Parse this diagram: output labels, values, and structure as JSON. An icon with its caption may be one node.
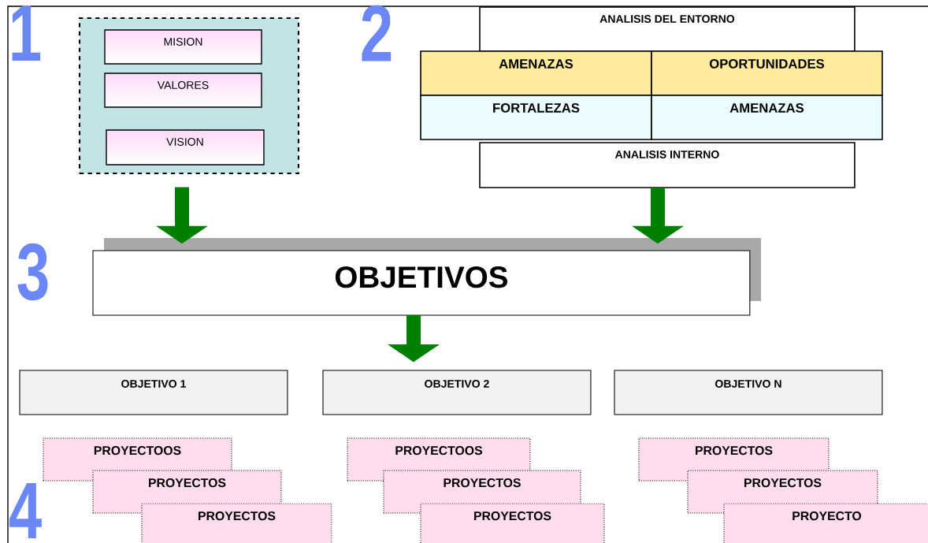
{
  "diagram": {
    "nodes": [
      {
        "text": [],
        "shape": "box"
      },
      {
        "text": [
          "MISION"
        ],
        "in": 0
      },
      {
        "text": [
          "VALORES"
        ],
        "in": 0
      },
      {
        "text": [
          "VISION"
        ],
        "in": 0
      },
      {
        "text": [
          "ANALISIS DEL ENTORNO"
        ]
      },
      {
        "text": [
          "AMENAZAS"
        ]
      },
      {
        "text": [
          "**OPORTUNIDAD**ES"
        ]
      },
      {
        "text": [
          "FORTALEZAS"
        ]
      },
      {
        "text": [
          "AMENAZAS"
        ]
      },
      {
        "text": [
          "ANALISIS INTERNO"
        ]
      },
      {
        "text": [
          "OBJETIVOS"
        ]
      },
      {
        "text": [
          "OBJETIVO 1"
        ]
      },
      {
        "text": [
          "OBJETIVO 2"
        ]
      },
      {
        "text": [
          "OBJETIVO N"
        ]
      },
      {
        "text": [
          "PROYECTOOS"
        ]
      },
      {
        "text": [
          "PROYECTOS"
        ]
      },
      {
        "text": [
          "PROYECTOS"
        ]
      },
      {
        "text": [
          "PROYECTOOS"
        ]
      },
      {
        "text": [
          "PROYECTOS"
        ]
      },
      {
        "text": [
          "PROYECTOS"
        ]
      },
      {
        "text": [
          "PROYECTOS"
        ]
      },
      {
        "text": [
          "PROYECTOS"
        ]
      },
      {
        "text": [
          "PROYECTO"
        ]
      }
    ],
    "edges": [
      {
        "from": 0,
        "to": 10,
        "arrow": "to"
      },
      {
        "from": 9,
        "to": 10,
        "arrow": "to"
      },
      {
        "from": 10,
        "to": 12,
        "arrow": "to"
      }
    ],
    "labels": [
      "1",
      "2",
      "3",
      "4"
    ]
  }
}
